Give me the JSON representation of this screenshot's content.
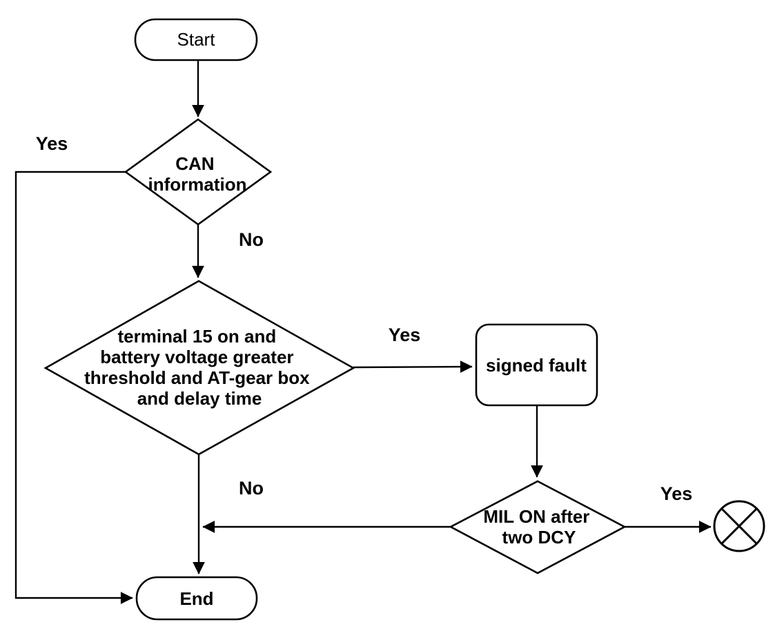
{
  "diagram": {
    "title": "fault signaling flowchart",
    "background_color": "#ffffff",
    "stroke_color": "#000000",
    "text_color": "#000000",
    "nodes": {
      "start": {
        "type": "terminator",
        "label": "Start"
      },
      "can_decision": {
        "type": "decision",
        "lines": [
          "CAN",
          "information"
        ]
      },
      "terminal_decision": {
        "type": "decision",
        "lines": [
          "terminal 15 on and",
          "battery voltage greater",
          "threshold and AT-gear box",
          "and delay time"
        ]
      },
      "signed_fault": {
        "type": "process",
        "label": "signed fault"
      },
      "mil_decision": {
        "type": "decision",
        "lines": [
          "MIL ON after",
          "two DCY"
        ]
      },
      "end": {
        "type": "terminator",
        "label": "End"
      },
      "connector": {
        "type": "crossed-circle",
        "label": ""
      }
    },
    "edge_labels": {
      "can_yes": "Yes",
      "can_no": "No",
      "terminal_yes": "Yes",
      "terminal_no": "No",
      "mil_yes": "Yes"
    }
  }
}
